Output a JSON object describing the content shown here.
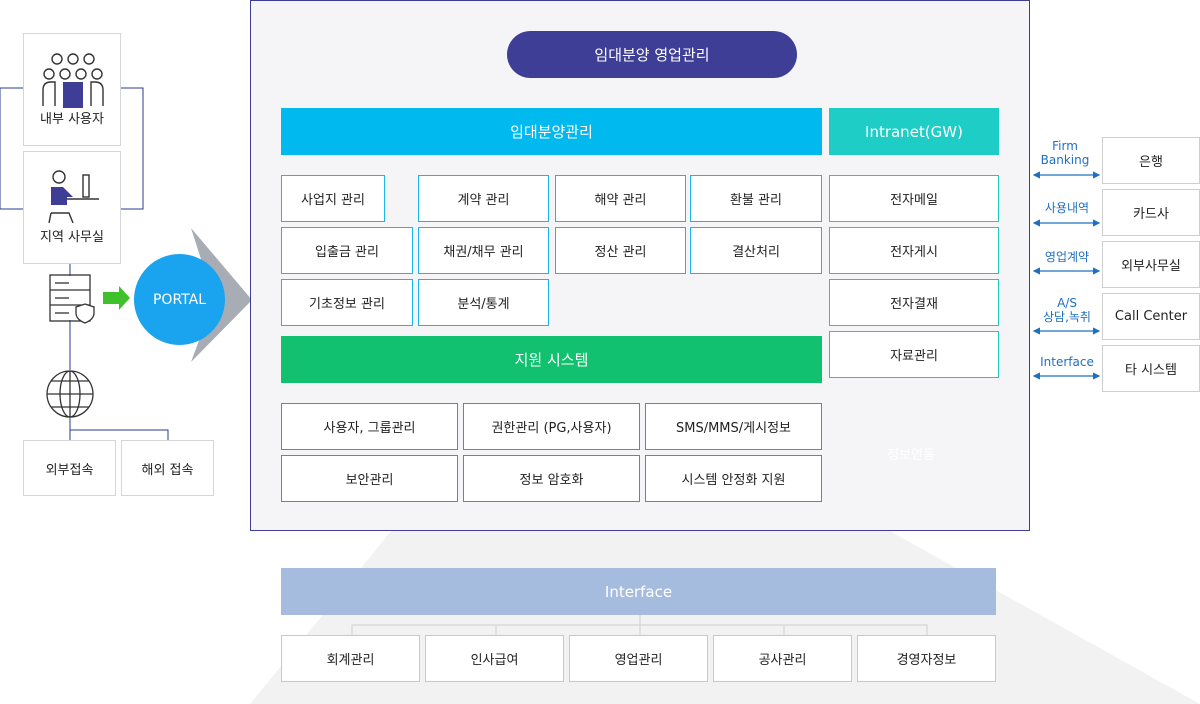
{
  "left": {
    "internal_user": "내부 사용자",
    "regional_office": "지역 사무실",
    "portal": "PORTAL",
    "external_access": "외부접속",
    "overseas_access": "해외 접속"
  },
  "main": {
    "title": "임대분양 영업관리",
    "lease_mgmt": {
      "header": "임대분양관리",
      "items": [
        "사업지 관리",
        "계약 관리",
        "해약 관리",
        "환불 관리",
        "입출금 관리",
        "채권/채무 관리",
        "정산 관리",
        "결산처리",
        "기초정보 관리",
        "분석/통계"
      ]
    },
    "intranet": {
      "header": "Intranet(GW)",
      "items": [
        "전자메일",
        "전자게시",
        "전자결재",
        "자료관리"
      ]
    },
    "support": {
      "header": "지원 시스템",
      "items": [
        "사용자, 그룹관리",
        "권한관리 (PG,사용자)",
        "SMS/MMS/게시정보",
        "보안관리",
        "정보 암호화",
        "시스템 안정화 지원"
      ]
    },
    "info_link": "정보연동"
  },
  "interface": {
    "header": "Interface",
    "items": [
      "회계관리",
      "인사급여",
      "영업관리",
      "공사관리",
      "경영자정보"
    ]
  },
  "right": {
    "links": [
      {
        "label": "Firm\nBanking",
        "target": "은행"
      },
      {
        "label": "사용내역",
        "target": "카드사"
      },
      {
        "label": "영업계약",
        "target": "외부사무실"
      },
      {
        "label": "A/S\n상담,녹취",
        "target": "Call Center"
      },
      {
        "label": "Interface",
        "target": "타 시스템"
      }
    ]
  },
  "colors": {
    "title_pill": "#3e3e96",
    "lease_header": "#00b9ef",
    "intranet_header": "#1ecdc5",
    "support_header": "#12c16f",
    "interface_header": "#a6bcdf",
    "portal_circle": "#1aa3ef",
    "arrow_blue": "#1f6fc0",
    "arrow_green": "#3fc12c",
    "gray_arrow": "#a9a9a9"
  }
}
